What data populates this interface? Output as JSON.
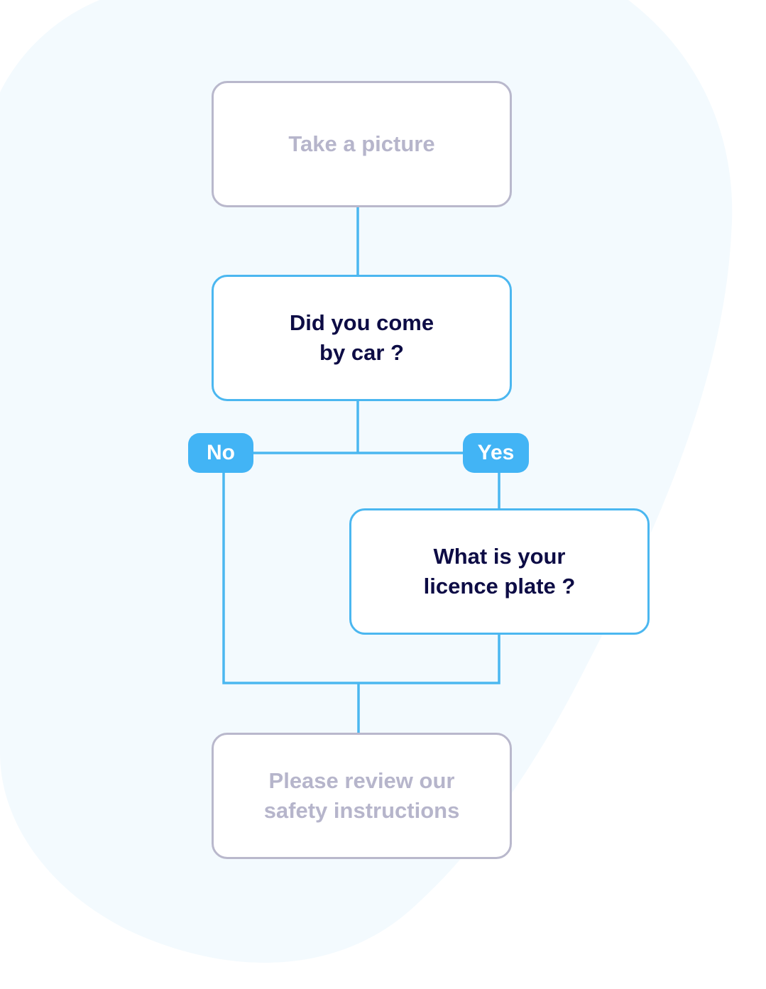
{
  "colors": {
    "background_blob": "#f3fafe",
    "connector": "#4bb7f0",
    "pill_fill": "#42b4f5",
    "pill_text": "#ffffff",
    "inactive_border": "#b9b8cc",
    "inactive_text": "#b6b5cb",
    "active_border": "#4bb7f0",
    "active_text": "#0d0c45"
  },
  "nodes": {
    "take_picture": "Take a picture",
    "came_by_car": "Did you come\nby car ?",
    "licence_plate": "What is your\nlicence plate ?",
    "safety": "Please review our\nsafety instructions"
  },
  "branches": {
    "no": "No",
    "yes": "Yes"
  }
}
